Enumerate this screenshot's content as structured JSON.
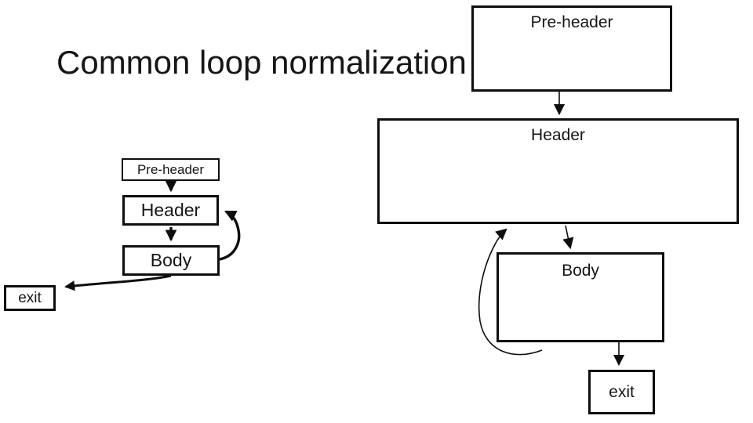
{
  "title": "Common loop normalization",
  "colors": {
    "ink": "#0e0e0e",
    "background": "#ffffff"
  },
  "left_diagram": {
    "description": "small loop flowchart",
    "nodes": {
      "pre_header": "Pre-header",
      "header": "Header",
      "body": "Body",
      "exit": "exit"
    },
    "edges": [
      "Pre-header → Header",
      "Header → Body",
      "Body → Header (back edge)",
      "Body → exit"
    ]
  },
  "right_diagram": {
    "description": "large loop flowchart",
    "nodes": {
      "pre_header": "Pre-header",
      "header": "Header",
      "body": "Body",
      "exit": "exit"
    },
    "edges": [
      "Pre-header → Header",
      "Header → Body",
      "Body → Header (back edge)",
      "Body → exit"
    ]
  }
}
